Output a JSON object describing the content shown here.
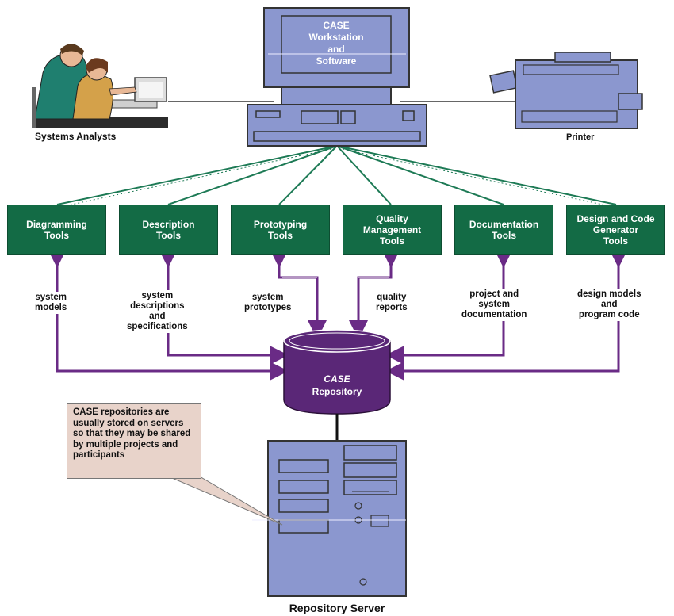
{
  "workstation": {
    "line1": "CASE",
    "line2": "Workstation",
    "line3": "and",
    "line4": "Software"
  },
  "systems_analysts_label": "Systems Analysts",
  "printer_label": "Printer",
  "tools": [
    {
      "line1": "Diagramming",
      "line2": "Tools",
      "line3": ""
    },
    {
      "line1": "Description",
      "line2": "Tools",
      "line3": ""
    },
    {
      "line1": "Prototyping",
      "line2": "Tools",
      "line3": ""
    },
    {
      "line1": "Quality",
      "line2": "Management",
      "line3": "Tools"
    },
    {
      "line1": "Documentation",
      "line2": "Tools",
      "line3": ""
    },
    {
      "line1": "Design and Code",
      "line2": "Generator",
      "line3": "Tools"
    }
  ],
  "flows": [
    {
      "line1": "system",
      "line2": "models",
      "line3": ""
    },
    {
      "line1": "system",
      "line2": "descriptions",
      "line3": "and",
      "line4": "specifications"
    },
    {
      "line1": "system",
      "line2": "prototypes",
      "line3": ""
    },
    {
      "line1": "quality",
      "line2": "reports",
      "line3": ""
    },
    {
      "line1": "project and",
      "line2": "system",
      "line3": "documentation"
    },
    {
      "line1": "design models",
      "line2": "and",
      "line3": "program code"
    }
  ],
  "repository": {
    "line1": "CASE",
    "line2": "Repository"
  },
  "callout": {
    "part1": "CASE repositories are",
    "emphasis": "usually",
    "part2": "stored on servers so that they may be shared by multiple projects and participants"
  },
  "server_label": "Repository Server",
  "colors": {
    "tool_green": "#136b45",
    "purple": "#6a2b86",
    "steel_blue": "#8b97cf"
  }
}
